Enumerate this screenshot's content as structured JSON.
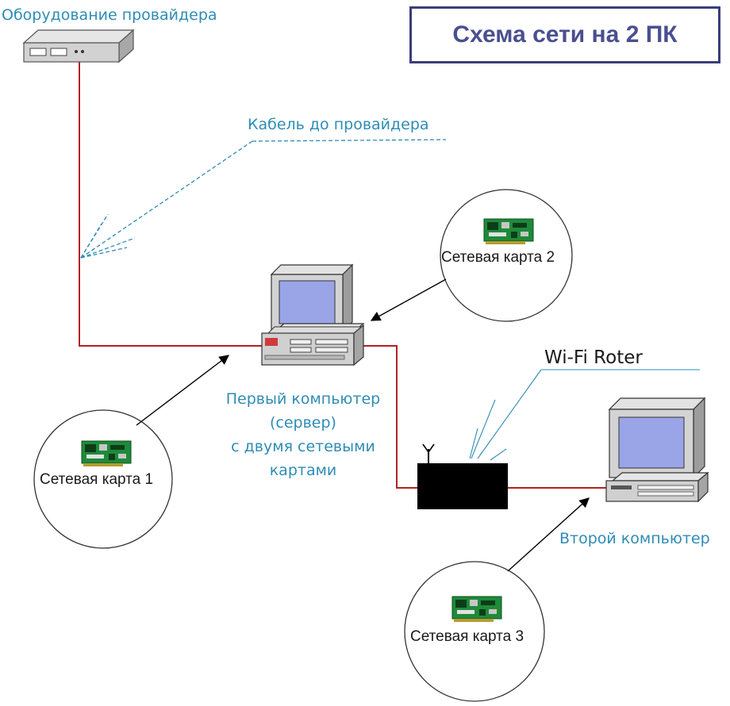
{
  "title": "Схема сети на 2 ПК",
  "labels": {
    "provider_equipment": "Оборудование провайдера",
    "provider_cable": "Кабель до провайдера",
    "server_line1": "Первый компьютер",
    "server_line2": "(сервер)",
    "server_line3": "с двумя сетевыми",
    "server_line4": "картами",
    "router": "Wi-Fi Roter",
    "second_pc": "Второй компьютер",
    "card1": "Сетевая карта 1",
    "card2": "Сетевая карта 2",
    "card3": "Сетевая карта 3"
  },
  "colors": {
    "cable": "#b22222",
    "pointer": "#2f8cb5",
    "title_border": "#3a3d7a",
    "title_text": "#4a4f8f",
    "label_text": "#2f8cb5",
    "router_body": "#000000",
    "card_pcb": "#1f8a3a"
  },
  "icons": [
    "modem-icon",
    "server-pc-icon",
    "client-pc-icon",
    "router-icon",
    "network-card-icon"
  ]
}
